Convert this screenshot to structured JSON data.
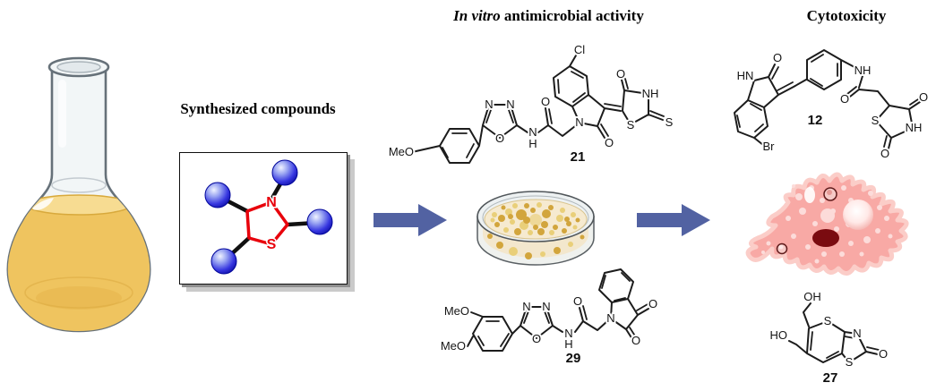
{
  "headings": {
    "synthesized": "Synthesized compounds",
    "invitro_em": "In vitro",
    "invitro_rest": "antimicrobial activity",
    "cytotoxicity": "Cytotoxicity"
  },
  "colors": {
    "arrow": "#5262a2",
    "ring-red": "#e8000b",
    "sphere-blue": "#2a2ae0",
    "bond": "#1c1c1c",
    "liquid": "#efc45f",
    "liquid-light": "#f7dc92",
    "glass": "#f2f6f7",
    "glass-stroke": "#667179",
    "agar": "#f6ead0",
    "colony": "#d2a53c",
    "colony-light": "#e9cf79",
    "amoeba": "#f8a9a5",
    "amoeba-outline": "#fbcdc8",
    "nucleus": "#7a0b10"
  },
  "molecules": {
    "core": {
      "n": "N",
      "s": "S"
    },
    "m21": {
      "number": "21",
      "atoms": {
        "meo": "MeO",
        "n1": "N",
        "n2": "N",
        "o_ring": "O",
        "amide_n": "N",
        "amide_h": "H",
        "amide_o": "O",
        "cl": "Cl",
        "ring_n": "N",
        "ring_o": "O",
        "rhod_o": "O",
        "rhod_nh": "NH",
        "rhod_s_ring": "S",
        "rhod_s_exo": "S"
      }
    },
    "m29": {
      "number": "29",
      "atoms": {
        "meo1": "MeO",
        "meo2": "MeO",
        "n1": "N",
        "n2": "N",
        "o_ring": "O",
        "amide_n": "N",
        "amide_h": "H",
        "amide_o": "O",
        "isatin_n": "N",
        "isatin_o3": "O",
        "isatin_o2": "O"
      }
    },
    "m12": {
      "number": "12",
      "atoms": {
        "hn": "HN",
        "oxo_o": "O",
        "br": "Br",
        "nh": "NH",
        "amide_o": "O",
        "tzd_s": "S",
        "tzd_o_top": "O",
        "tzd_nh": "NH",
        "tzd_o_bottom": "O"
      }
    },
    "m27": {
      "number": "27",
      "atoms": {
        "oh": "OH",
        "ho": "HO",
        "s_top": "S",
        "n": "N",
        "s_bottom": "S",
        "o": "O"
      }
    }
  }
}
